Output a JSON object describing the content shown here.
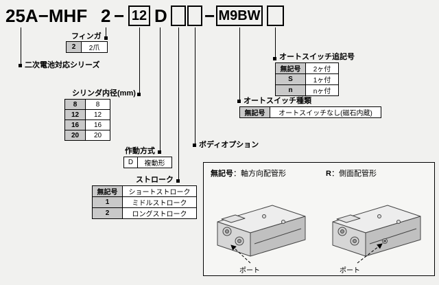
{
  "model_code": {
    "prefix": "25A−MHF",
    "finger_count": "2",
    "dash1": "−",
    "bore": "12",
    "action": "D",
    "dash2": "−",
    "auto_switch": "M9BW"
  },
  "callouts": {
    "finger": {
      "label": "フィンガ",
      "rows": [
        {
          "key": "2",
          "value": "2爪"
        }
      ]
    },
    "series": {
      "label": "二次電池対応シリーズ"
    },
    "bore": {
      "label": "シリンダ内径(mm)",
      "rows": [
        {
          "key": "8",
          "value": "8"
        },
        {
          "key": "12",
          "value": "12"
        },
        {
          "key": "16",
          "value": "16"
        },
        {
          "key": "20",
          "value": "20"
        }
      ]
    },
    "action": {
      "label": "作動方式",
      "rows": [
        {
          "key": "D",
          "value": "複動形"
        }
      ]
    },
    "stroke": {
      "label": "ストローク",
      "rows": [
        {
          "key": "無記号",
          "value": "ショートストローク"
        },
        {
          "key": "1",
          "value": "ミドルストローク"
        },
        {
          "key": "2",
          "value": "ロングストローク"
        }
      ]
    },
    "body_option": {
      "label": "ボディオプション",
      "options": [
        {
          "key": "無記号",
          "desc": "：軸方向配管形",
          "port_label": "ポート"
        },
        {
          "key": "R",
          "desc": "：側面配管形",
          "port_label": "ポート"
        }
      ]
    },
    "switch_type": {
      "label": "オートスイッチ種類",
      "rows": [
        {
          "key": "無記号",
          "value": "オートスイッチなし(磁石内蔵)"
        }
      ]
    },
    "switch_qty": {
      "label": "オートスイッチ追記号",
      "rows": [
        {
          "key": "無記号",
          "value": "2ヶ付"
        },
        {
          "key": "S",
          "value": "1ヶ付"
        },
        {
          "key": "n",
          "value": "nヶ付"
        }
      ]
    }
  }
}
